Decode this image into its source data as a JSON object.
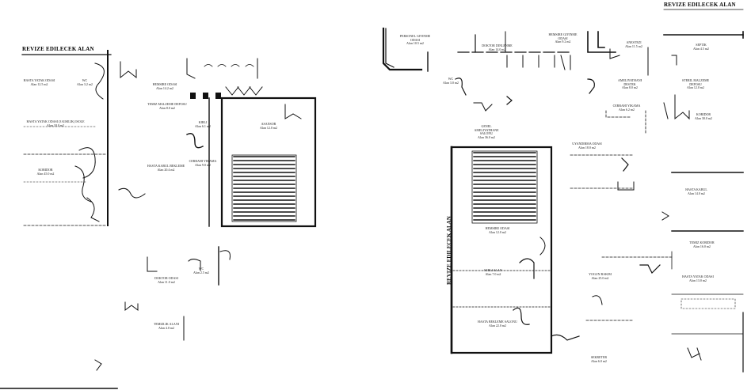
{
  "headers": {
    "left": "REVIZE EDILECEK ALAN",
    "right_top": "REVIZE EDILECEK ALAN",
    "right_vertical": "REVIZE EDILECEK ALAN"
  },
  "left_plan": {
    "rooms": [
      {
        "name": "HASTA YATAK ODASI",
        "area": "Alan 12.5 m2"
      },
      {
        "name": "WC",
        "area": "Alan 3.2 m2"
      },
      {
        "name": "HASTA YATAK ODASI (3 KISILIK) ISOLE",
        "area": "Alan 18.0 m2"
      },
      {
        "name": "KORIDOR",
        "area": "Alan 45.0 m2"
      },
      {
        "name": "HEMSIRE ODASI",
        "area": "Alan 14.2 m2"
      },
      {
        "name": "TEMIZ MALZEME DEPOSU",
        "area": "Alan 8.0 m2"
      },
      {
        "name": "KIRLI",
        "area": "Alan 6.1 m2"
      },
      {
        "name": "HASTA KABUL BEKLEME",
        "area": "Alan 20.4 m2"
      },
      {
        "name": "CERRAHI YIKAMA",
        "area": "Alan 9.0 m2"
      },
      {
        "name": "ASANSOR",
        "area": "Alan 12.0 m2"
      },
      {
        "name": "DOKTOR ODASI",
        "area": "Alan 11.0 m2"
      },
      {
        "name": "WC",
        "area": "Alan 2.5 m2"
      },
      {
        "name": "TEMIZLIK ALANI",
        "area": "Alan 4.0 m2"
      }
    ]
  },
  "right_plan": {
    "rooms": [
      {
        "name": "PERSONEL GIYINME ODASI",
        "area": "Alan 10.5 m2"
      },
      {
        "name": "DOKTOR DINLENME",
        "area": "Alan 14.0 m2"
      },
      {
        "name": "HEMSIRE GIYINME ODASI",
        "area": "Alan 9.2 m2"
      },
      {
        "name": "WC",
        "area": "Alan 3.0 m2"
      },
      {
        "name": "ANESTEZI",
        "area": "Alan 11.5 m2"
      },
      {
        "name": "SEPTIK",
        "area": "Alan 4.5 m2"
      },
      {
        "name": "STERIL MALZEME DEPOSU",
        "area": "Alan 12.0 m2"
      },
      {
        "name": "AMELIYATHANE DESTEK",
        "area": "Alan 8.0 m2"
      },
      {
        "name": "CERRAHI YIKAMA",
        "area": "Alan 6.2 m2"
      },
      {
        "name": "KORIDOR",
        "area": "Alan 30.0 m2"
      },
      {
        "name": "GENEL AMELIYATHANE SALONU",
        "area": "Alan 36.0 m2"
      },
      {
        "name": "UYANDIRMA ODASI",
        "area": "Alan 18.0 m2"
      },
      {
        "name": "HASTA KABUL",
        "area": "Alan 14.0 m2"
      },
      {
        "name": "HEMSIRE ODASI",
        "area": "Alan 12.0 m2"
      },
      {
        "name": "KIRLI ALAN",
        "area": "Alan 7.0 m2"
      },
      {
        "name": "HASTA BEKLEME SALONU",
        "area": "Alan 22.0 m2"
      },
      {
        "name": "TEMIZ KORIDOR",
        "area": "Alan 16.0 m2"
      },
      {
        "name": "YOGUN BAKIM",
        "area": "Alan 25.0 m2"
      },
      {
        "name": "HASTA YATAK ODASI",
        "area": "Alan 13.0 m2"
      },
      {
        "name": "SEKRETER",
        "area": "Alan 6.0 m2"
      }
    ]
  },
  "style": {
    "ink": "#111111",
    "paper": "#ffffff"
  }
}
